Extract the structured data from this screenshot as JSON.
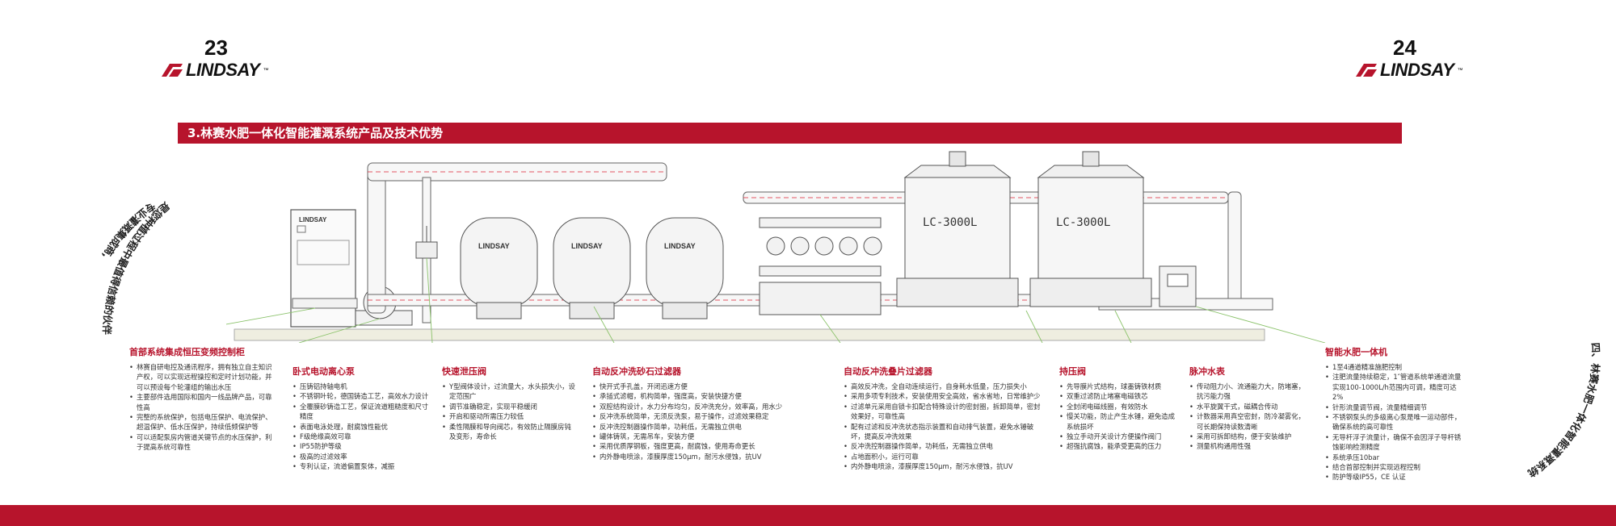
{
  "pages": {
    "left": "23",
    "right": "24"
  },
  "brand": {
    "name": "LINDSAY",
    "tm": "™"
  },
  "section_title": "3.林赛水肥一体化智能灌溉系统产品及技术优势",
  "side_left": [
    "专业灌溉集成商,",
    "是您种植过程中最值得信赖的伙伴"
  ],
  "side_right": "四、林赛水肥一体化智能灌溉系统",
  "tank_labels": [
    "LC-3000L",
    "LC-3000L"
  ],
  "cabinet_brand": "LINDSAY",
  "filter_brand": "LINDSAY",
  "columns": [
    {
      "title": "首部系统集成恒压变频控制柜",
      "items": [
        "林赛自研电控及通讯程序，拥有独立自主知识产权，可以实现远程操控和定时计划功能，并可以预设每个轮灌组的输出水压",
        "主要部件选用国际和国内一线品牌产品，可靠性高",
        "完整的系统保护，包括电压保护、电流保护、超温保护、低水压保护，持续低频保护等",
        "可以适配泵房内管道关键节点的水压保护，利于提高系统可靠性"
      ]
    },
    {
      "title": "卧式电动离心泵",
      "items": [
        "压铸铝持轴电机",
        "不锈钢叶轮，德国铸造工艺，高效水力设计",
        "全覆膜砂铸造工艺，保证流道粗糙度和尺寸精度",
        "表面电泳处理，耐腐蚀性能优",
        "F级绝缘高效可靠",
        "IP55防护等级",
        "极高的过滤效率",
        "专利认证，流道偏置泵体，减振"
      ]
    },
    {
      "title": "快速泄压阀",
      "items": [
        "Y型阀体设计，过流量大，水头损失小，设定范围广",
        "调节准确稳定，实现平稳缓闭",
        "开启和驱动所需压力较低",
        "柔性隔膜和导向阀芯，有效防止隔膜房钝及变形，寿命长"
      ]
    },
    {
      "title": "自动反冲洗砂石过滤器",
      "items": [
        "快开式手孔盖，开闭迅速方便",
        "承插式滤帽，机构简单，强度高，安装快捷方便",
        "双腔结构设计，水力分布均匀，反冲洗充分，效率高，用水少",
        "反冲洗系统简单，无须反洗泵，易于操作，过滤效果稳定",
        "反冲洗控制器操作简单，功耗低，无需独立供电",
        "罐体铸筑，无需吊车，安装方便",
        "采用优质厚钢板，强度更高，耐腐蚀，使用寿命更长",
        "内外静电喷涂，漆膜厚度150μm，耐污水侵蚀，抗UV"
      ]
    },
    {
      "title": "自动反冲洗叠片过滤器",
      "items": [
        "高效反冲洗，全自动连续运行，自身耗水低量，压力损失小",
        "采用多项专利技术，安装使用安全高效，省水省地，日常维护少",
        "过滤单元采用自锁卡扣配合特殊设计的密封圈，拆卸简单，密封效果好，可靠性高",
        "配有过滤和反冲洗状态指示装置和自动排气装置，避免水锤破坏，提高反冲洗效果",
        "反冲洗控制器操作简单，功耗低，无需独立供电",
        "占地面积小，运行可靠",
        "内外静电喷涂，漆膜厚度150μm，耐污水侵蚀，抗UV"
      ]
    },
    {
      "title": "持压阀",
      "items": [
        "先导膜片式结构，球墨铸铁材质",
        "双重过滤防止堵塞电磁铁芯",
        "全封闭电磁线圈，有效防水",
        "慢关功能，防止产生水锤，避免造成系统损坏",
        "独立手动开关设计方便操作阀门",
        "超强抗腐蚀，能承受更高的压力"
      ]
    },
    {
      "title": "脉冲水表",
      "items": [
        "传动阻力小、流通能力大，防堵塞，抗污能力强",
        "水平旋翼干式，磁耦合传动",
        "计数器采用真空密封，防冷凝雾化，可长期保持读数清晰",
        "采用可拆卸结构，便于安装维护",
        "测量机构通用性强"
      ]
    },
    {
      "title": "智能水肥一体机",
      "items": [
        "1至4通道精准施肥控制",
        "注肥流量持续稳定，1″管道系统单通道流量实现100-1000L/h范围内可调，精度可达2%",
        "针形流量调节阀，流量精细调节",
        "不锈钢泵头的多级离心泵是唯一运动部件，确保系统的高可靠性",
        "无导杆浮子流量计，确保不会因浮子导杆锈蚀影响检测精度",
        "系统承压10bar",
        "结合首部控制并实现远程控制",
        "防护等级IP55，CE 认证"
      ]
    }
  ]
}
